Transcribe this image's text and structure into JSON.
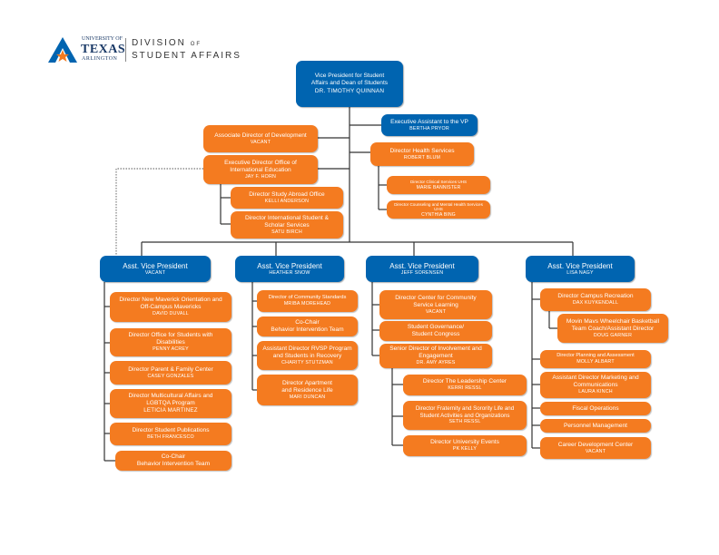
{
  "header": {
    "univ_line1": "UNIVERSITY OF",
    "univ_line2": "TEXAS",
    "univ_line3": "ARLINGTON",
    "division_line1": "DIVISION",
    "division_of": "OF",
    "division_line2": "STUDENT AFFAIRS"
  },
  "colors": {
    "orange": "#f47b20",
    "blue": "#0064b0",
    "line": "#333333"
  },
  "vp": {
    "title": "Vice President for Student Affairs and Dean of Students",
    "name": "DR. TIMOTHY QUINNAN"
  },
  "exec_asst": {
    "title": "Executive Assistant to the VP",
    "name": "BERTHA PRYOR"
  },
  "assoc_dev": {
    "title": "Associate Director of Development",
    "name": "VACANT"
  },
  "exec_intl": {
    "title": "Executive Director Office of International Education",
    "name": "JAY F. HORN"
  },
  "study_abroad": {
    "title": "Director Study Abroad Office",
    "name": "KELLI ANDERSON"
  },
  "intl_student": {
    "title": "Director International Student & Scholar Services",
    "name": "SATU BIRCH"
  },
  "health": {
    "title": "Director Health Services",
    "name": "ROBERT BLUM"
  },
  "health_sub1": {
    "title": "Director Clinical Services UHS",
    "name": "MARIE BANNISTER"
  },
  "health_sub2": {
    "title": "Director Counseling and Mental Health Services UHS",
    "name": "CYNTHIA BING"
  },
  "avp1": {
    "title": "Asst. Vice President",
    "name": "VACANT",
    "items": [
      {
        "title": "Director New Maverick Orientation and Off-Campus Mavericks",
        "name": "DAVID DUVALL"
      },
      {
        "title": "Director Office for Students with Disabilities",
        "name": "PENNY ACREY"
      },
      {
        "title": "Director Parent & Family Center",
        "name": "CASEY GONZALES"
      },
      {
        "title": "Director Multicultural Affairs and LGBTQA Program",
        "name": "LETICIA MARTINEZ"
      },
      {
        "title": "Director Student Publications",
        "name": "BETH FRANCESCO"
      },
      {
        "title": "Co-Chair",
        "name": "Behavior Intervention Team"
      }
    ]
  },
  "avp2": {
    "title": "Asst. Vice President",
    "name": "HEATHER SNOW",
    "items": [
      {
        "title": "Director of Community Standards",
        "name": "MRIBA MOREHEAD"
      },
      {
        "title": "Co-Chair",
        "name": "Behavior Intervention Team"
      },
      {
        "title": "Assistant Director RVSP Program and Students in Recovery",
        "name": "CHARITY STUTZMAN"
      },
      {
        "title": "Director Apartment and Residence Life",
        "name": "MARI DUNCAN"
      }
    ]
  },
  "avp3": {
    "title": "Asst. Vice President",
    "name": "JEFF SORENSEN",
    "items": [
      {
        "title": "Director Center for Community Service Learning",
        "name": "VACANT"
      },
      {
        "title": "Student Governance/ Student Congress",
        "name": ""
      },
      {
        "title": "Senior Director of Involvement and Engagement",
        "name": "DR. AMY AYRES"
      }
    ],
    "subitems": [
      {
        "title": "Director The Leadership Center",
        "name": "KERRI RESSL"
      },
      {
        "title": "Director Fraternity and Sorority Life and Student Activities and Organizations",
        "name": "SETH RESSL"
      },
      {
        "title": "Director University Events",
        "name": "PK KELLY"
      }
    ]
  },
  "avp4": {
    "title": "Asst. Vice President",
    "name": "LISA NAGY",
    "items": [
      {
        "title": "Director Campus Recreation",
        "name": "DAX KUYKENDALL"
      },
      {
        "title": "Movin Mavs Wheelchair Basketball Team Coach/Assistant Director",
        "name": "DOUG GARNER"
      },
      {
        "title": "Director Planning and Assessment",
        "name": "MOLLY ALBART"
      },
      {
        "title": "Assistant Director Marketing and Communications",
        "name": "LAURA KINCH"
      },
      {
        "title": "Fiscal Operations",
        "name": ""
      },
      {
        "title": "Personnel Management",
        "name": ""
      },
      {
        "title": "Career Development Center",
        "name": "VACANT"
      }
    ]
  }
}
